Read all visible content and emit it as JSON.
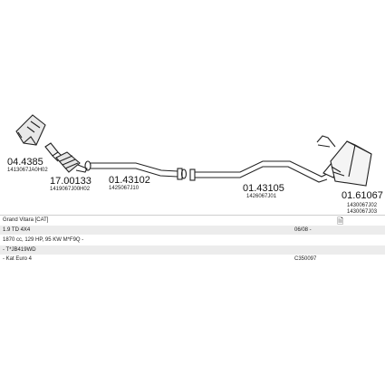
{
  "parts": [
    {
      "id": "p1",
      "number": "04.4385",
      "refs": [
        "1413067JA0H02"
      ]
    },
    {
      "id": "p2",
      "number": "17.00133",
      "refs": [
        "1419067J00H02"
      ]
    },
    {
      "id": "p3",
      "number": "01.43102",
      "refs": [
        "1425067J10"
      ]
    },
    {
      "id": "p4",
      "number": "01.43105",
      "refs": [
        "1426067J01"
      ]
    },
    {
      "id": "p5",
      "number": "01.61067",
      "refs": [
        "1430067J02",
        "1430067J03"
      ]
    }
  ],
  "info": {
    "model": "Grand Vitara  [CAT]",
    "engine": "1.9 TD 4X4",
    "date": "06/08 -",
    "specs": "1870 cc, 129 HP, 95 KW M*F9Q -",
    "type_code": "- T*JB419WD",
    "emission": "- Kat Euro 4",
    "diagram_code": "C350097"
  },
  "icons": {
    "corner": "document-icon"
  }
}
